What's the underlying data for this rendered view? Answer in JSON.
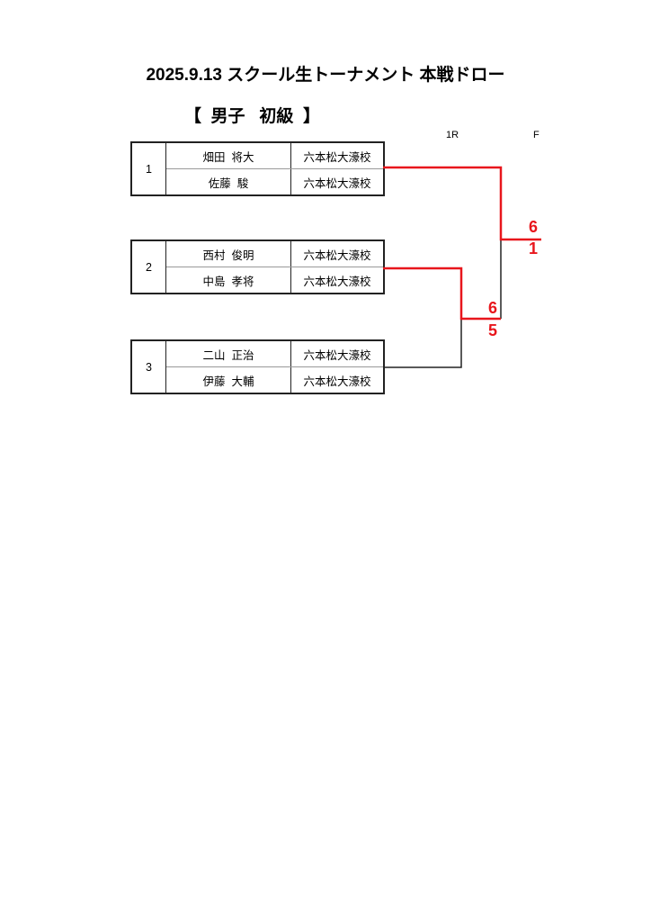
{
  "title": "2025.9.13 スクール生トーナメント 本戦ドロー",
  "category": "【  男子   初級  】",
  "rounds": [
    "1R",
    "F"
  ],
  "entries": [
    {
      "seed": "1",
      "players": [
        {
          "name": "畑田  将大",
          "school": "六本松大濠校"
        },
        {
          "name": "佐藤  駿",
          "school": "六本松大濠校"
        }
      ]
    },
    {
      "seed": "2",
      "players": [
        {
          "name": "西村  俊明",
          "school": "六本松大濠校"
        },
        {
          "name": "中島  孝将",
          "school": "六本松大濠校"
        }
      ]
    },
    {
      "seed": "3",
      "players": [
        {
          "name": "二山  正治",
          "school": "六本松大濠校"
        },
        {
          "name": "伊藤  大輔",
          "school": "六本松大濠校"
        }
      ]
    }
  ],
  "scores": {
    "final": [
      "6",
      "1"
    ],
    "round1": [
      "6",
      "5"
    ]
  },
  "colors": {
    "winner_line": "#e8161c",
    "line": "#222222"
  }
}
